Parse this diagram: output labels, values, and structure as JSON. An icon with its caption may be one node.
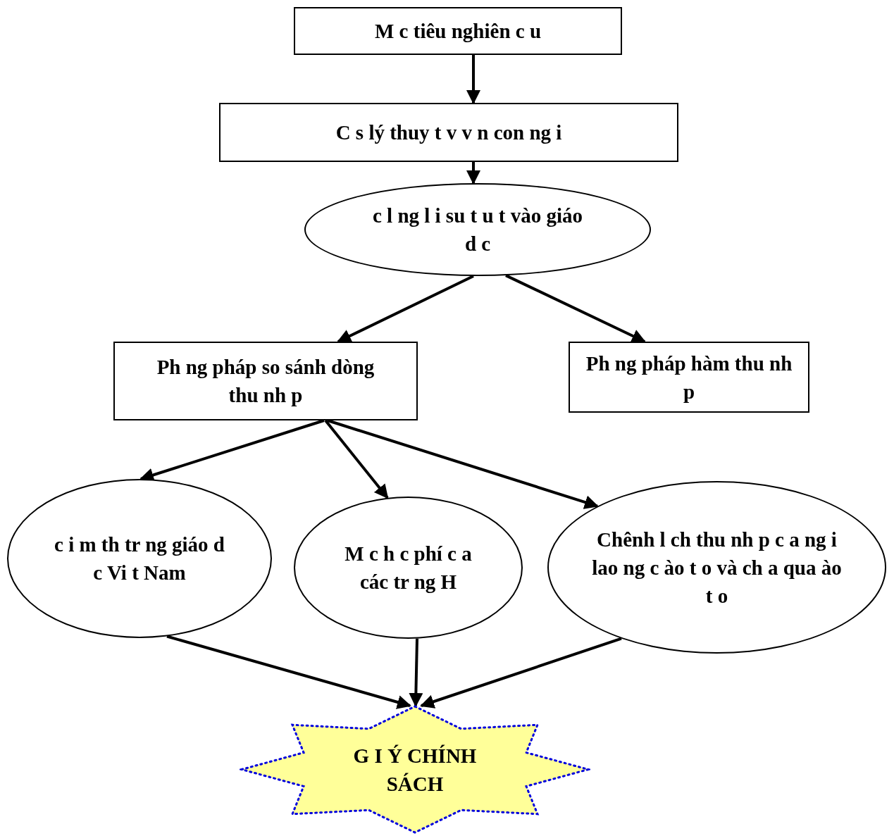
{
  "diagram": {
    "nodes": [
      {
        "text": [
          "M c tiêu nghiên c u"
        ]
      },
      {
        "text": [
          "C s lý thuy t v v n con ng i"
        ]
      },
      {
        "text": [
          "c l ng l i su t u t vào giáo d c"
        ]
      },
      {
        "text": [
          "Ph ng pháp so sánh dòng thu nh p"
        ]
      },
      {
        "text": [
          "Ph ng pháp hàm thu nh p"
        ]
      },
      {
        "text": [
          "c i m th tr ng giáo d c Vi t Nam"
        ]
      },
      {
        "text": [
          "M c h c phí c a các tr ng H"
        ]
      },
      {
        "text": [
          "Chênh l ch thu nh p c a ng i lao ng c ào t o và ch a qua ào t o"
        ]
      },
      {
        "text": [
          "G I Ý CHÍNH SÁCH"
        ]
      }
    ],
    "edges": [
      {
        "from": 0,
        "to": 1,
        "arrow": "to"
      },
      {
        "from": 1,
        "to": 2,
        "arrow": "to"
      },
      {
        "from": 2,
        "to": 3,
        "arrow": "to"
      },
      {
        "from": 2,
        "to": 4,
        "arrow": "to"
      },
      {
        "from": 3,
        "to": 5,
        "arrow": "to"
      },
      {
        "from": 3,
        "to": 6,
        "arrow": "to"
      },
      {
        "from": 3,
        "to": 7,
        "arrow": "to"
      },
      {
        "from": 5,
        "to": 8,
        "arrow": "to"
      },
      {
        "from": 6,
        "to": 8,
        "arrow": "to"
      },
      {
        "from": 7,
        "to": 8,
        "arrow": "to"
      }
    ]
  }
}
